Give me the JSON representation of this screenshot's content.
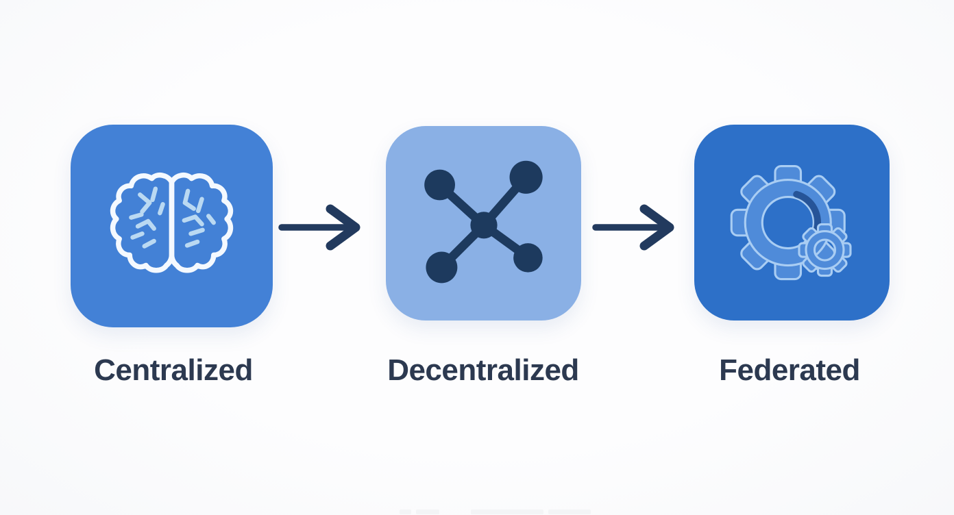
{
  "theme": {
    "page-bg": "#fdfdfe",
    "accent-dark-navy": "#223a5e",
    "label-color": "#2c3950",
    "brain-outline": "#f4f9ff",
    "brain-fold": "#bad9f2",
    "network-node": "#1d3a5e",
    "gear-fill": "#4f8bd9",
    "gear-stroke": "#a9cdf3",
    "gear-shadow-arc": "#1f4a8c",
    "watermark": "#f3f4f6"
  },
  "diagram": {
    "stages": [
      {
        "label": "Centralized",
        "icon": "brain-icon",
        "tile_color": "#4381d6"
      },
      {
        "label": "Decentralized",
        "icon": "network-nodes-icon",
        "tile_color": "#8ab0e5"
      },
      {
        "label": "Federated",
        "icon": "gears-icon",
        "tile_color": "#2d70c8"
      }
    ],
    "arrows": [
      {
        "direction": "right"
      },
      {
        "direction": "right"
      }
    ]
  }
}
